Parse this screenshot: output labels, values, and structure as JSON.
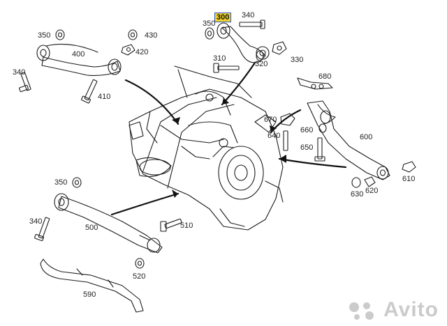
{
  "callouts": {
    "c300": "300",
    "c340a": "340",
    "c350a": "350",
    "c310": "310",
    "c320": "320",
    "c330": "330",
    "c350b": "350",
    "c400": "400",
    "c430": "430",
    "c420": "420",
    "c340b": "340",
    "c410": "410",
    "c680": "680",
    "c670": "670",
    "c660": "660",
    "c640": "640",
    "c650": "650",
    "c600": "600",
    "c610": "610",
    "c620": "620",
    "c630": "630",
    "c350c": "350",
    "c340c": "340",
    "c500": "500",
    "c510": "510",
    "c520": "520",
    "c590": "590"
  },
  "highlight": {
    "part": "300",
    "color": "#f2d42a",
    "border": "#2a55c8"
  },
  "watermark": "Avito",
  "colors": {
    "line": "#1c1c1c",
    "arrow": "#111111"
  }
}
